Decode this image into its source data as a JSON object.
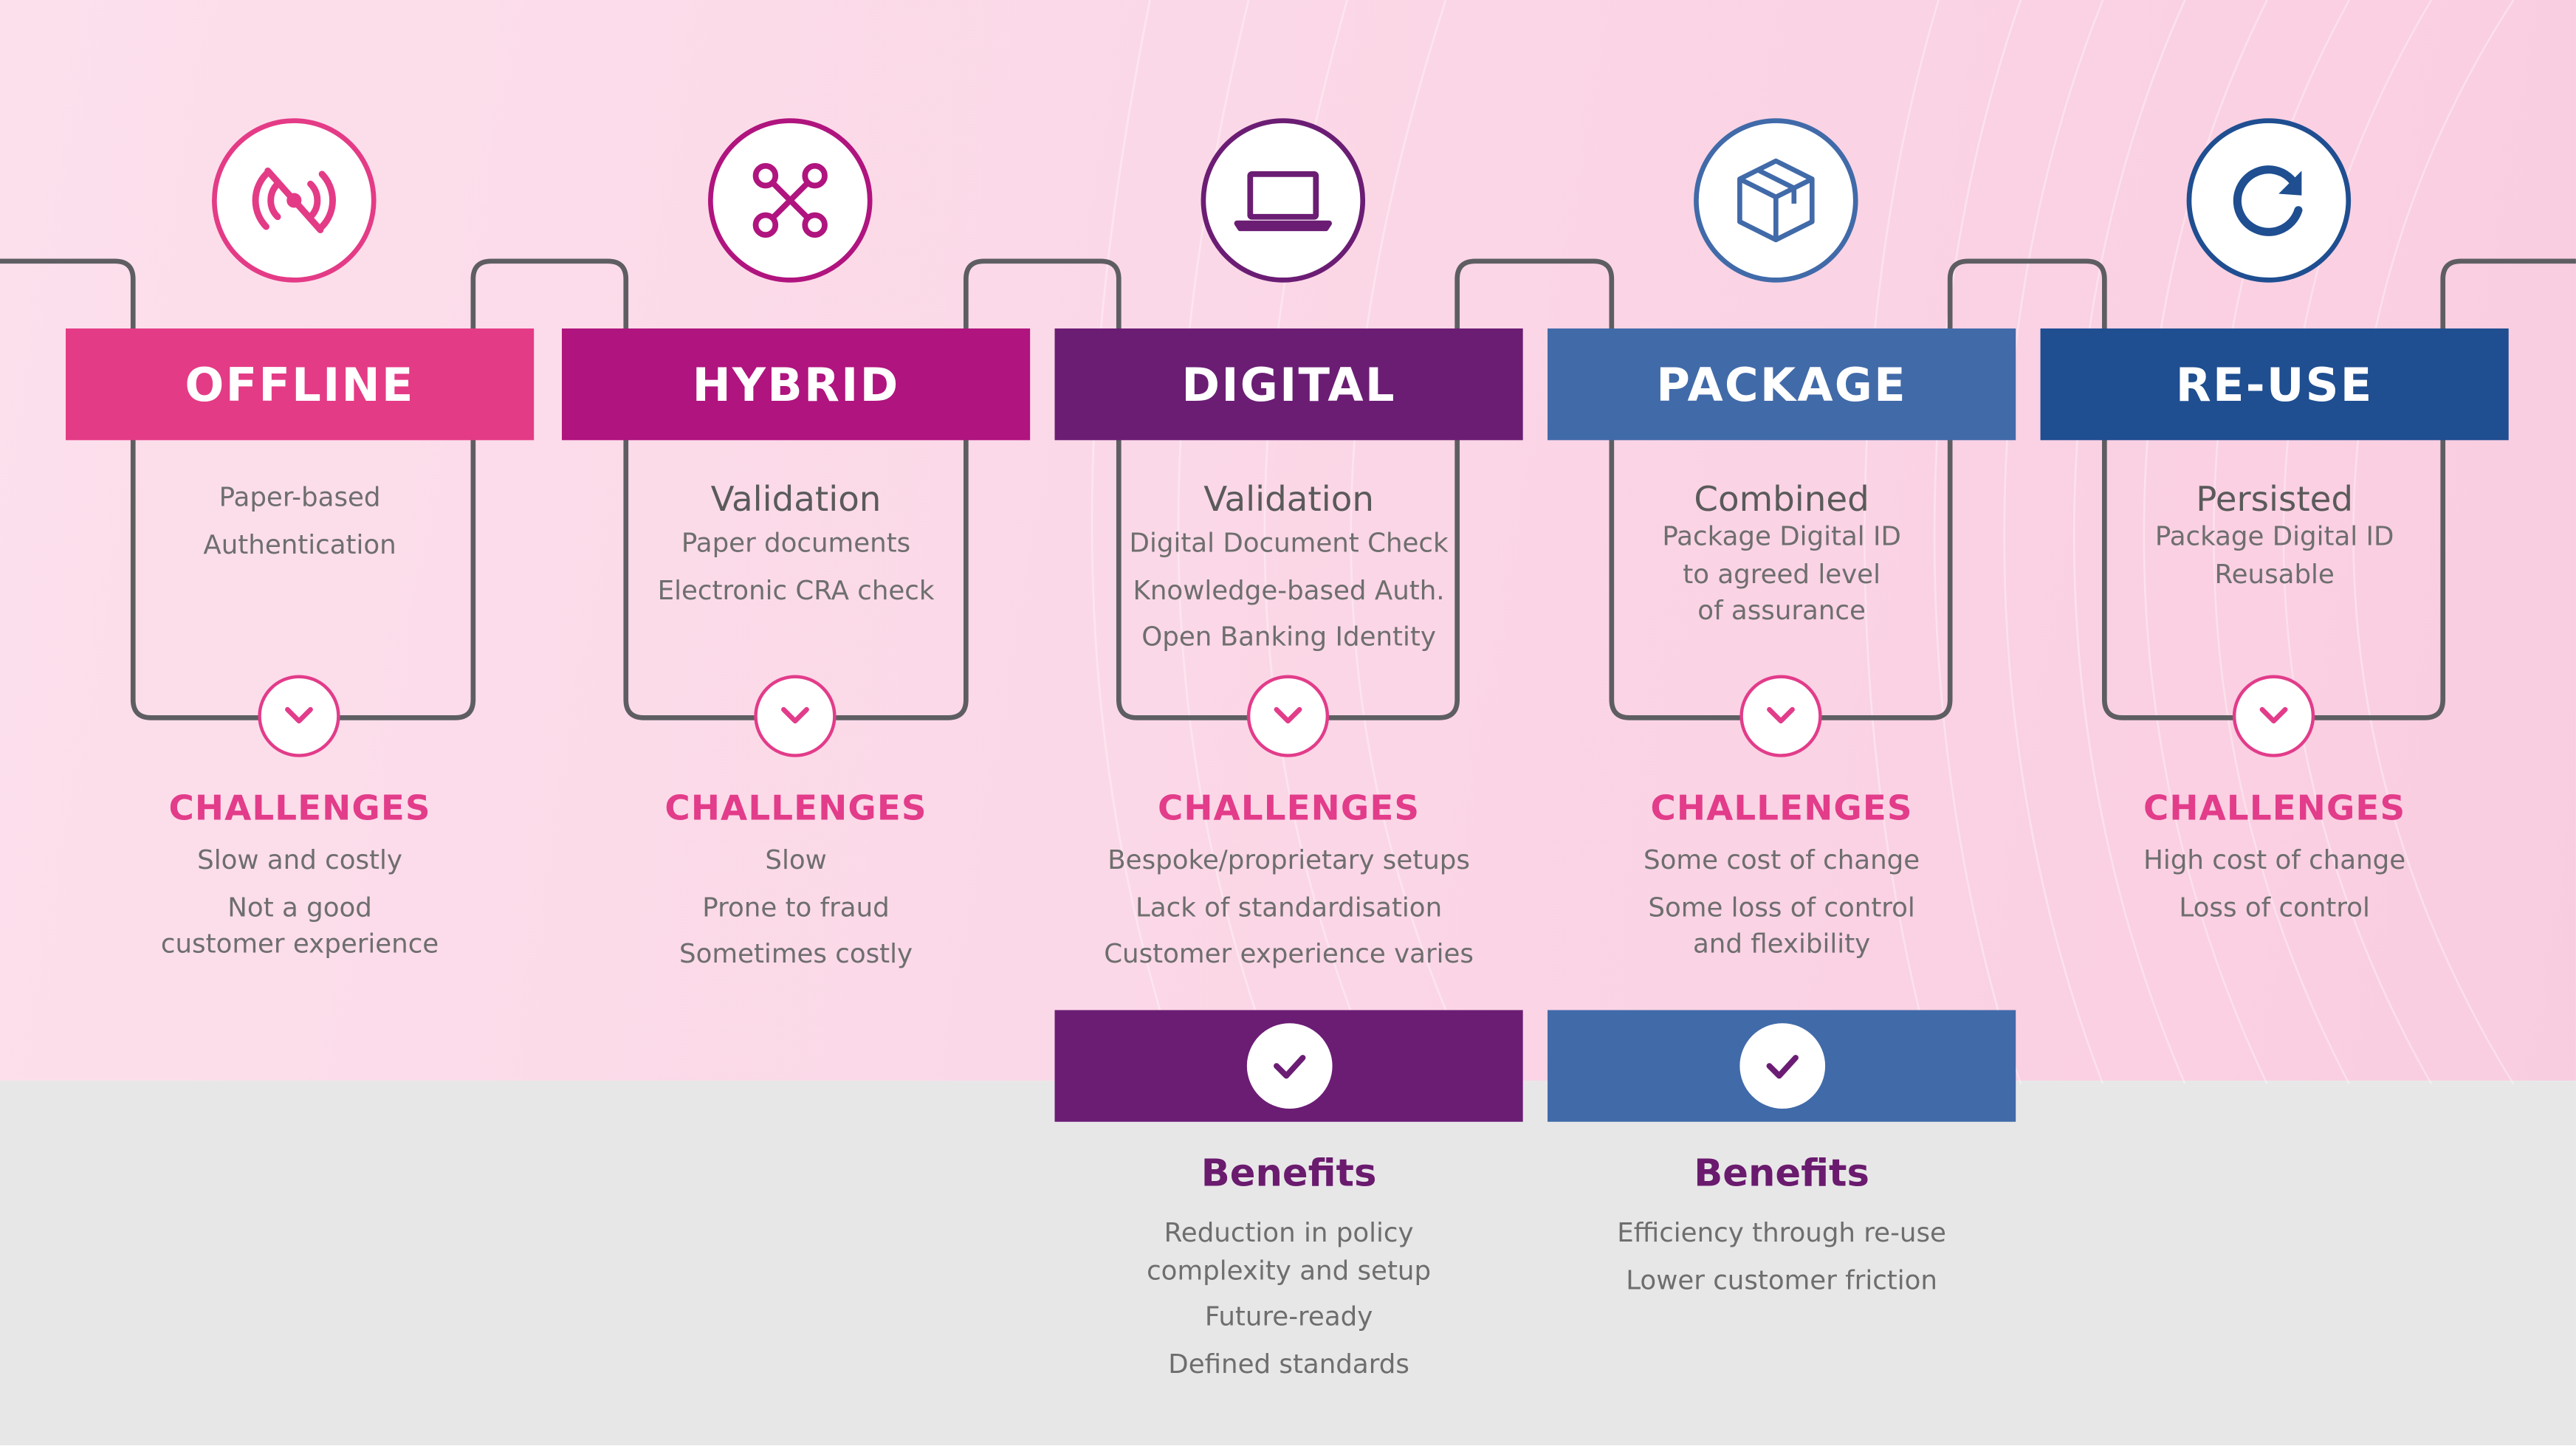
{
  "stages": [
    {
      "label": "OFFLINE",
      "color": "#e43b86",
      "icon": "no-signal-icon",
      "heading": "",
      "details": [
        [
          "Paper-based"
        ],
        [
          "Authentication"
        ]
      ],
      "challenges_title": "CHALLENGES",
      "challenges": [
        [
          "Slow and costly"
        ],
        [
          "Not a good",
          "customer experience"
        ]
      ]
    },
    {
      "label": "HYBRID",
      "color": "#b0147e",
      "icon": "network-nodes-icon",
      "heading": "Validation",
      "details": [
        [
          "Paper documents"
        ],
        [
          "Electronic CRA check"
        ]
      ],
      "challenges_title": "CHALLENGES",
      "challenges": [
        [
          "Slow"
        ],
        [
          "Prone to fraud"
        ],
        [
          "Sometimes costly"
        ]
      ]
    },
    {
      "label": "DIGITAL",
      "color": "#6b1d74",
      "icon": "laptop-icon",
      "heading": "Validation",
      "details": [
        [
          "Digital Document Check"
        ],
        [
          "Knowledge-based Auth."
        ],
        [
          "Open Banking Identity"
        ]
      ],
      "challenges_title": "CHALLENGES",
      "challenges": [
        [
          "Bespoke/proprietary setups"
        ],
        [
          "Lack of standardisation"
        ],
        [
          "Customer experience varies"
        ]
      ],
      "benefits_title": "Benefits",
      "benefits": [
        [
          "Reduction in policy",
          "complexity and setup"
        ],
        [
          "Future-ready"
        ],
        [
          "Defined standards"
        ]
      ]
    },
    {
      "label": "PACKAGE",
      "color": "#416aa9",
      "icon": "package-box-icon",
      "heading": "Combined",
      "details": [
        [
          "Package Digital ID",
          "to agreed level",
          "of assurance"
        ]
      ],
      "challenges_title": "CHALLENGES",
      "challenges": [
        [
          "Some cost of change"
        ],
        [
          "Some loss of control",
          "and flexibility"
        ]
      ],
      "benefits_title": "Benefits",
      "benefits": [
        [
          "Efficiency through re-use"
        ],
        [
          "Lower customer friction"
        ]
      ]
    },
    {
      "label": "RE-USE",
      "color": "#1f4e91",
      "icon": "refresh-icon",
      "heading": "Persisted",
      "details": [
        [
          "Package Digital ID",
          "Reusable"
        ]
      ],
      "challenges_title": "CHALLENGES",
      "challenges": [
        [
          "High cost of change"
        ],
        [
          "Loss of control"
        ]
      ]
    }
  ],
  "colors": {
    "challenge_accent": "#e23c8a",
    "benefit_title": "#6a1b6e",
    "connector_line": "#5e5e62",
    "text_gray": "#6e6e6e"
  }
}
